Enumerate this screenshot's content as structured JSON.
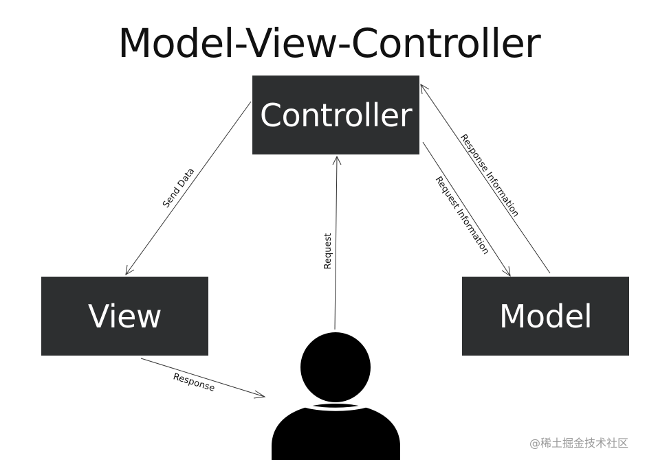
{
  "title": "Model-View-Controller",
  "nodes": {
    "controller": "Controller",
    "view": "View",
    "model": "Model"
  },
  "edges": {
    "send_data": "Send Data",
    "request": "Request",
    "response": "Response",
    "request_information": "Request Information",
    "response_information": "Response Information"
  },
  "icons": {
    "user": "user-icon"
  },
  "colors": {
    "box": "#2d2f30",
    "box_text": "#ffffff",
    "user": "#000000"
  },
  "watermark": "@稀土掘金技术社区"
}
